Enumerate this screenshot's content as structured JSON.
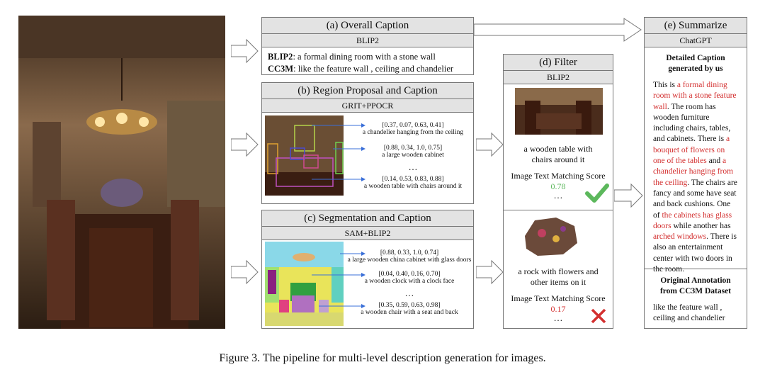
{
  "panel_a": {
    "title": "(a) Overall Caption",
    "model": "BLIP2",
    "line1_label": "BLIP2",
    "line1_text": ": a formal dining room with a stone wall",
    "line2_label": "CC3M",
    "line2_text": ": like the feature wall , ceiling and chandelier"
  },
  "panel_b": {
    "title": "(b) Region Proposal and Caption",
    "model": "GRIT+PPOCR",
    "items": [
      {
        "box": "[0.37, 0.07, 0.63, 0.41]",
        "caption": "a chandelier hanging from the ceiling"
      },
      {
        "box": "[0.88, 0.34, 1.0, 0.75]",
        "caption": "a large wooden cabinet"
      },
      {
        "box": "[0.14, 0.53, 0.83, 0.88]",
        "caption": "a wooden table with chairs around it"
      }
    ],
    "ellipsis": "…"
  },
  "panel_c": {
    "title": "(c) Segmentation and Caption",
    "model": "SAM+BLIP2",
    "items": [
      {
        "box": "[0.88, 0.33, 1.0, 0.74]",
        "caption": "a large wooden china cabinet with glass doors"
      },
      {
        "box": "[0.04, 0.40, 0.16, 0.70]",
        "caption": "a wooden clock with a clock face"
      },
      {
        "box": "[0.35, 0.59, 0.63, 0.98]",
        "caption": "a wooden chair with a seat and back"
      }
    ],
    "ellipsis": "…"
  },
  "panel_d": {
    "title": "(d) Filter",
    "model": "BLIP2",
    "top": {
      "caption": "a wooden table with chairs around it",
      "score_label": "Image Text Matching Score",
      "score": "0.78",
      "ellipsis": "…"
    },
    "bottom": {
      "caption": "a rock with flowers and other items on it",
      "score_label": "Image Text Matching Score",
      "score": "0.17",
      "ellipsis": "…"
    }
  },
  "panel_e": {
    "title": "(e) Summarize",
    "model": "ChatGPT",
    "heading": "Detailed Caption generated by us",
    "p_1": "This is ",
    "r_1": "a formal dining room with a stone feature wall",
    "p_2": ". The room has wooden furniture including chairs, tables, and cabinets. There is ",
    "r_2": "a bouquet of flowers on one of the tables",
    "p_3": " and ",
    "r_3": "a chandelier hanging from the ceiling",
    "p_4": ". The chairs are fancy and some have seat and back cushions. One of ",
    "r_4": "the cabinets has glass doors",
    "p_5": " while another has ",
    "r_5": "arched windows",
    "p_6": ". There is also an entertainment center with two doors in the room.",
    "heading2": "Original Annotation from CC3M Dataset",
    "orig": "like the feature wall , ceiling and chandelier"
  },
  "caption": "Figure 3. The pipeline for multi-level description generation for images.",
  "colors": {
    "green": "#5cb85c",
    "red": "#d32f2f",
    "header_bg": "#e3e3e3"
  }
}
